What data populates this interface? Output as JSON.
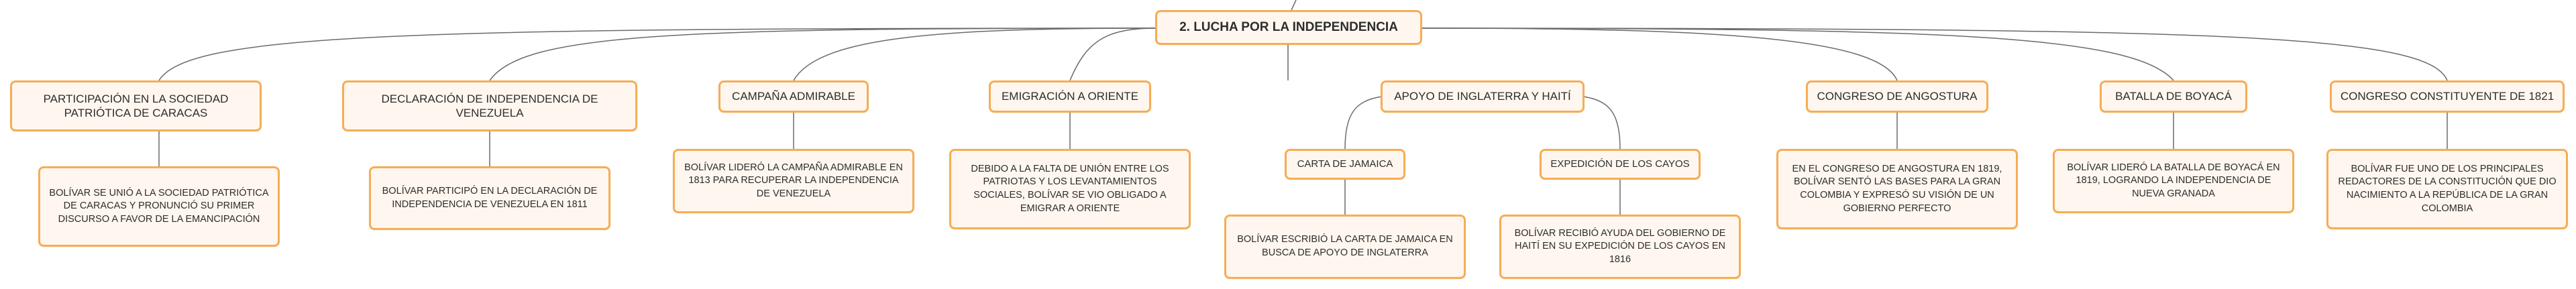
{
  "map": {
    "root": "2. LUCHA POR LA INDEPENDENCIA",
    "topics": [
      {
        "title": "PARTICIPACIÓN EN LA SOCIEDAD PATRIÓTICA DE CARACAS",
        "detail": "BOLÍVAR SE UNIÓ A LA SOCIEDAD PATRIÓTICA DE CARACAS Y PRONUNCIÓ SU PRIMER DISCURSO A FAVOR DE LA EMANCIPACIÓN"
      },
      {
        "title": "DECLARACIÓN DE INDEPENDENCIA DE VENEZUELA",
        "detail": "BOLÍVAR PARTICIPÓ EN LA DECLARACIÓN DE INDEPENDENCIA DE VENEZUELA EN 1811"
      },
      {
        "title": "CAMPAÑA ADMIRABLE",
        "detail": "BOLÍVAR LIDERÓ LA CAMPAÑA ADMIRABLE EN 1813 PARA RECUPERAR LA INDEPENDENCIA DE VENEZUELA"
      },
      {
        "title": "EMIGRACIÓN A ORIENTE",
        "detail": "DEBIDO A LA FALTA DE UNIÓN ENTRE LOS PATRIOTAS Y LOS LEVANTAMIENTOS SOCIALES, BOLÍVAR SE VIO OBLIGADO A EMIGRAR A ORIENTE"
      },
      {
        "title": "APOYO DE INGLATERRA Y HAITÍ",
        "subtopics": [
          {
            "title": "CARTA DE JAMAICA",
            "detail": "BOLÍVAR ESCRIBIÓ LA CARTA DE JAMAICA EN BUSCA DE APOYO DE INGLATERRA"
          },
          {
            "title": "EXPEDICIÓN DE LOS CAYOS",
            "detail": "BOLÍVAR RECIBIÓ AYUDA DEL GOBIERNO DE HAITÍ EN SU EXPEDICIÓN DE LOS CAYOS EN 1816"
          }
        ]
      },
      {
        "title": "CONGRESO DE ANGOSTURA",
        "detail": "EN EL CONGRESO DE ANGOSTURA EN 1819, BOLÍVAR SENTÓ LAS BASES PARA LA GRAN COLOMBIA Y EXPRESÓ SU VISIÓN DE UN GOBIERNO PERFECTO"
      },
      {
        "title": "BATALLA DE BOYACÁ",
        "detail": "BOLÍVAR LIDERÓ LA BATALLA DE BOYACÁ EN 1819, LOGRANDO LA INDEPENDENCIA DE NUEVA GRANADA"
      },
      {
        "title": "CONGRESO CONSTITUYENTE DE 1821",
        "detail": "BOLÍVAR FUE UNO DE LOS PRINCIPALES REDACTORES DE LA CONSTITUCIÓN QUE DIO NACIMIENTO A LA REPÚBLICA DE LA GRAN COLOMBIA"
      }
    ]
  },
  "colors": {
    "node_border": "#f6ad55",
    "node_fill": "#fff7ef",
    "link": "#6b6b6b",
    "text": "#2d2d2d"
  }
}
